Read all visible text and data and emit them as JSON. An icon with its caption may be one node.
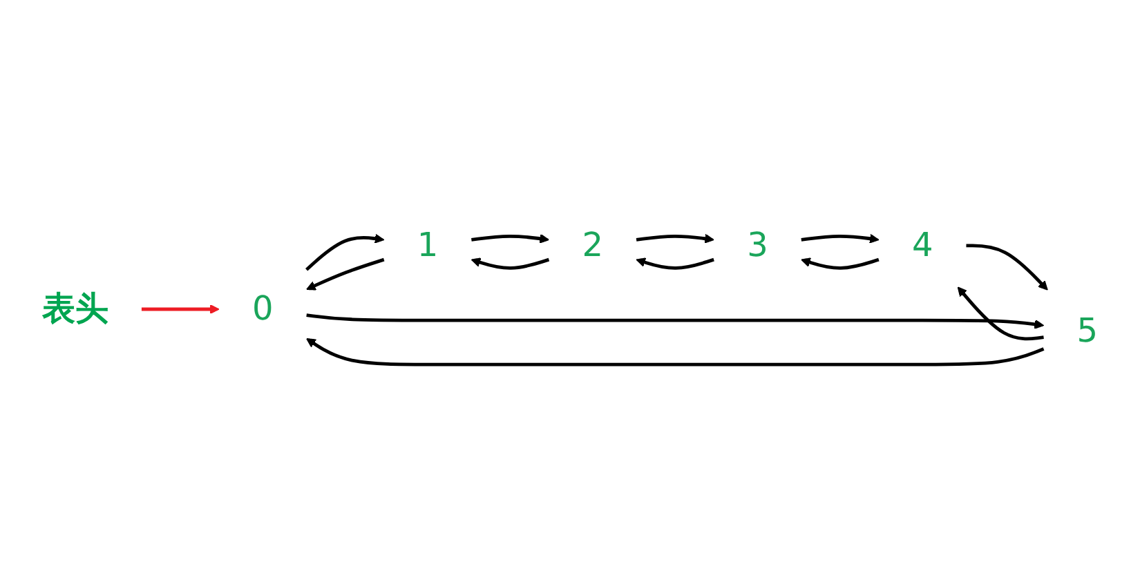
{
  "diagram": {
    "nodes": [
      {
        "text": [
          "0"
        ]
      },
      {
        "text": [
          "1"
        ]
      },
      {
        "text": [
          "2"
        ]
      },
      {
        "text": [
          "3"
        ]
      },
      {
        "text": [
          "4"
        ]
      },
      {
        "text": [
          "5"
        ]
      },
      {
        "text": [
          "表头"
        ]
      }
    ],
    "edges": [
      {
        "from": 0,
        "to": 1,
        "arrow": "to"
      },
      {
        "from": 1,
        "to": 0,
        "arrow": "to"
      },
      {
        "from": 1,
        "to": 2,
        "arrow": "to"
      },
      {
        "from": 2,
        "to": 1,
        "arrow": "to"
      },
      {
        "from": 2,
        "to": 3,
        "arrow": "to"
      },
      {
        "from": 3,
        "to": 2,
        "arrow": "to"
      },
      {
        "from": 3,
        "to": 4,
        "arrow": "to"
      },
      {
        "from": 4,
        "to": 3,
        "arrow": "to"
      },
      {
        "from": 4,
        "to": 5,
        "arrow": "to"
      },
      {
        "from": 5,
        "to": 4,
        "arrow": "to"
      },
      {
        "from": 0,
        "to": 5,
        "arrow": "to"
      },
      {
        "from": 5,
        "to": 0,
        "arrow": "to"
      },
      {
        "from": 6,
        "to": 0,
        "arrow": "to",
        "color": "#ed1c24"
      }
    ]
  }
}
